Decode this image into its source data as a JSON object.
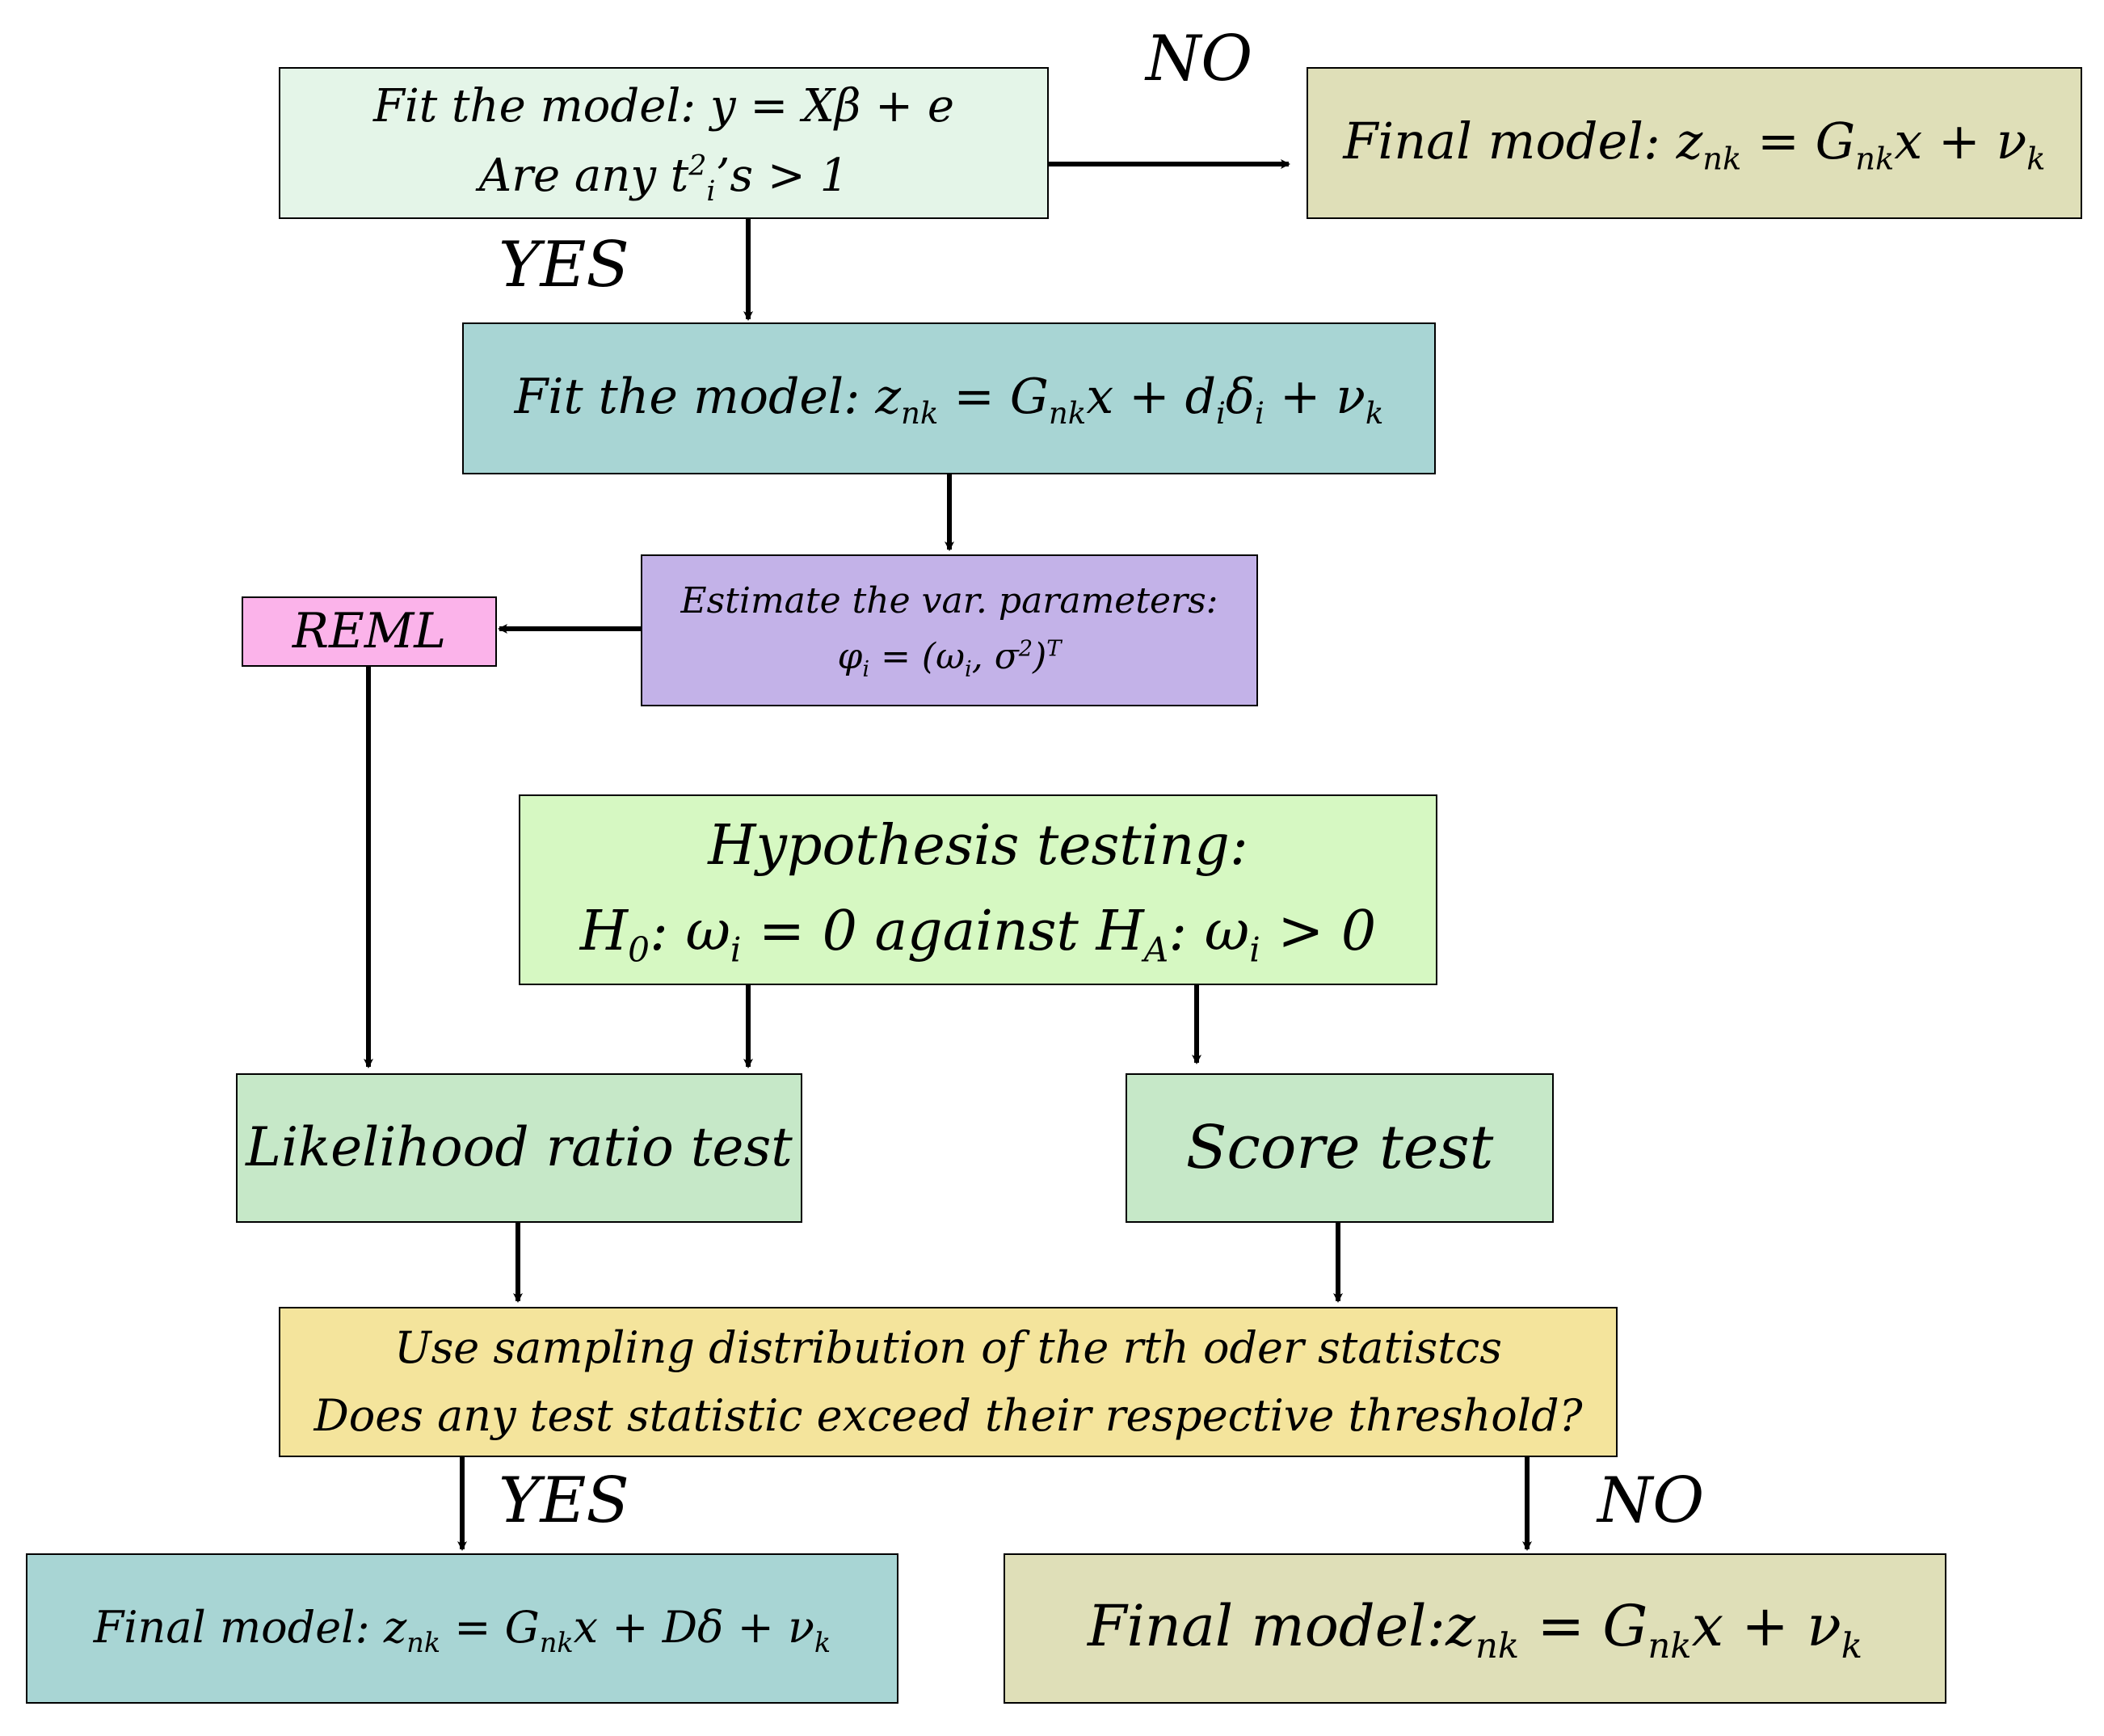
{
  "colors": {
    "mint": "#e4f5e8",
    "olive": "#dfdfb8",
    "teal": "#a8d5d4",
    "purple": "#c3b2e8",
    "pink": "#fbb3ea",
    "light_green": "#d6f8c2",
    "green": "#c6e8c8",
    "yellow": "#f4e49c"
  },
  "fit_model_1": {
    "line1": "Fit the model: y = Xβ + e",
    "line2_pre": "Are any t",
    "line2_sub": "i",
    "line2_sup": "2",
    "line2_post": "’s > 1"
  },
  "final_model_top": {
    "pre": "Final model: z",
    "sub1": "nk",
    "mid": " = G",
    "sub2": "nk",
    "post": "x + ν",
    "sub3": "k"
  },
  "fit_model_2": {
    "pre": "Fit the model: z",
    "sub1": "nk",
    "mid1": " = G",
    "sub2": "nk",
    "mid2": "x + d",
    "sub3": "i",
    "mid3": "δ",
    "sub4": "i",
    "mid4": " + ν",
    "sub5": "k"
  },
  "estimate": {
    "line1": "Estimate the var. parameters:",
    "phi": "φ",
    "phi_sub": "i",
    "eq_pre": " = (ω",
    "omega_sub": "i",
    "eq_mid": ", σ",
    "sigma_sup": "2",
    "eq_post": ")",
    "t_sup": "T"
  },
  "reml": "REML",
  "hypothesis": {
    "line1": "Hypothesis testing:",
    "h0": "H",
    "h0_sub": "0",
    "h0_rest": ": ω",
    "omega_sub": "i",
    "mid": " = 0 against H",
    "ha_sub": "A",
    "ha_rest": ": ω",
    "omega_sub2": "i",
    "end": " > 0"
  },
  "lrt": "Likelihood ratio test",
  "score": "Score test",
  "sampling": {
    "line1": "Use sampling distribution of the rth oder statistcs",
    "line2": "Does any test statistic exceed their respective threshold?"
  },
  "final_yes": {
    "pre": "Final model: z",
    "sub1": "nk",
    "mid": " = G",
    "sub2": "nk",
    "post": "x + Dδ + ν",
    "sub3": "k"
  },
  "final_no": {
    "pre": "Final model:z",
    "sub1": "nk",
    "mid": " = G",
    "sub2": "nk",
    "post": "x +  ν",
    "sub3": "k"
  },
  "labels": {
    "no_top": "NO",
    "yes_top": "YES",
    "yes_bottom": "YES",
    "no_bottom": "NO"
  }
}
